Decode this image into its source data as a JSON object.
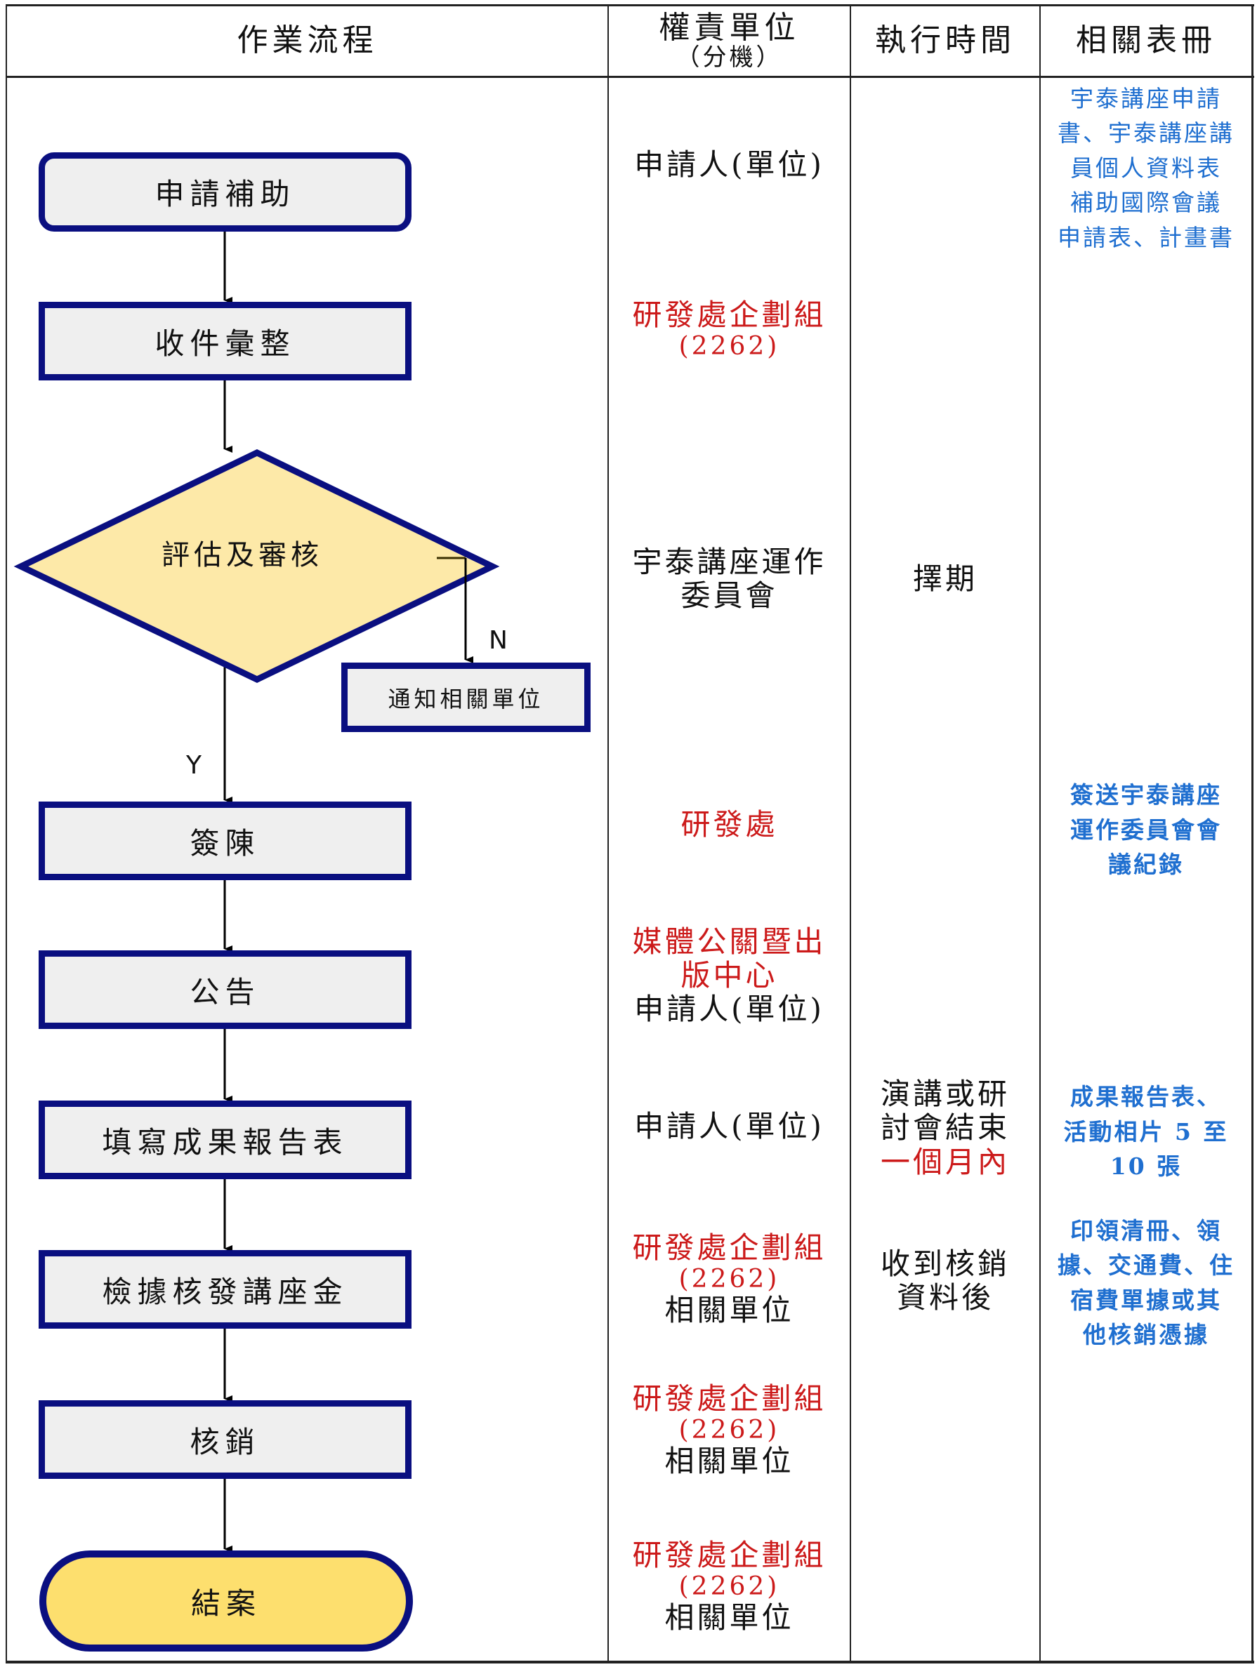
{
  "header": {
    "col_process": "作業流程",
    "col_responsible": "權責單位",
    "col_responsible_sub": "（分機）",
    "col_time": "執行時間",
    "col_forms": "相關表冊"
  },
  "flow": {
    "step1": "申請補助",
    "step2": "收件彙整",
    "decision": "評估及審核",
    "notify": "通知相關單位",
    "no_label": "N",
    "yes_label": "Y",
    "step3": "簽陳",
    "step4": "公告",
    "step5": "填寫成果報告表",
    "step6": "檢據核發講座金",
    "step7": "核銷",
    "end": "結案"
  },
  "responsible": {
    "r1": "申請人(單位)",
    "r2_line1": "研發處企劃組",
    "r2_line2": "(2262)",
    "r3_line1": "宇泰講座運作",
    "r3_line2": "委員會",
    "r4": "研發處",
    "r5_line1": "媒體公關暨出",
    "r5_line2": "版中心",
    "r5_line3": "申請人(單位)",
    "r6": "申請人(單位)",
    "r7_line1": "研發處企劃組",
    "r7_line2": "(2262)",
    "r7_line3": "相關單位",
    "r8_line1": "研發處企劃組",
    "r8_line2": "(2262)",
    "r8_line3": "相關單位",
    "r9_line1": "研發處企劃組",
    "r9_line2": "(2262)",
    "r9_line3": "相關單位"
  },
  "time": {
    "t1": "擇期",
    "t2_line1": "演講或研",
    "t2_line2": "討會結束",
    "t2_line3": "一個月內",
    "t3_line1": "收到核銷",
    "t3_line2": "資料後"
  },
  "forms": {
    "f1": [
      "宇泰講座申請",
      "書、宇泰講座講",
      "員個人資料表",
      "補助國際會議",
      "申請表、計畫書"
    ],
    "f2": [
      "簽送宇泰講座",
      "運作委員會會",
      "議紀錄"
    ],
    "f3": [
      "成果報告表、",
      "活動相片 5 至",
      "10 張"
    ],
    "f4": [
      "印領清冊、領",
      "據、交通費、住",
      "宿費單據或其",
      "他核銷憑據"
    ]
  },
  "colors": {
    "border_navy": "#0a0f80",
    "box_fill": "#efefef",
    "decision_fill": "#fde9a8",
    "end_fill": "#fddf6e",
    "red_text": "#cc1a1a",
    "blue_text": "#1f6fd0"
  }
}
